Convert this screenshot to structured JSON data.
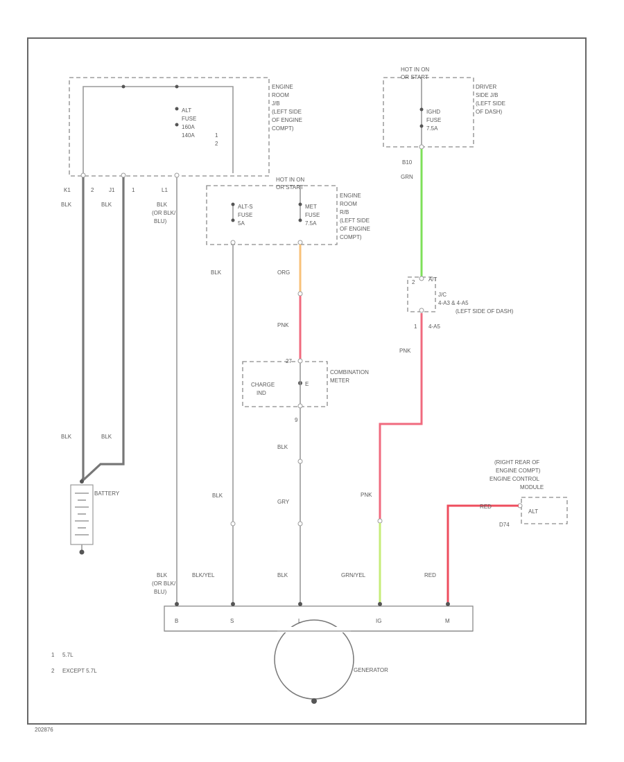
{
  "diagram_id": "202876",
  "fuse_box_1": {
    "lines": [
      "ENGINE",
      "ROOM",
      "J/B",
      "(LEFT SIDE",
      "OF ENGINE",
      "COMPT)"
    ]
  },
  "alt_fuse": {
    "lines": [
      "ALT",
      "FUSE",
      "160A",
      "140A"
    ],
    "notes": [
      "1",
      "2"
    ]
  },
  "fuse_box_1_pins": {
    "left": "K1",
    "mid": "J1",
    "right": "L1"
  },
  "fuse_box_2": {
    "hot_lines": [
      "HOT IN ON",
      "OR START"
    ],
    "lines": [
      "ENGINE",
      "ROOM",
      "R/B",
      "(LEFT SIDE",
      "OF ENGINE",
      "COMPT)"
    ]
  },
  "alt_s_fuse": {
    "lines": [
      "ALT-S",
      "FUSE",
      "5A"
    ]
  },
  "met_fuse": {
    "lines": [
      "MET",
      "FUSE",
      "7.5A"
    ]
  },
  "fuse_box_3": {
    "hot_lines": [
      "HOT IN ON",
      "OR START"
    ],
    "lines": [
      "DRIVER",
      "SIDE J/B",
      "(LEFT SIDE",
      "OF DASH)"
    ]
  },
  "ighd_fuse": {
    "lines": [
      "IGHD",
      "FUSE",
      "7.5A"
    ]
  },
  "pin_b10": "B10",
  "junction": {
    "label_lines": [
      "J/C",
      "4-A3 & 4-A5",
      "(LEFT SIDE OF DASH)"
    ],
    "pin_top": "A/T",
    "pin_bottom_l": "1",
    "pin_bottom_r": "4-A5",
    "pin_left_l": "2"
  },
  "combination_meter": {
    "lines": [
      "COMBINATION",
      "METER"
    ],
    "charge_lines": [
      "CHARGE",
      "IND"
    ],
    "pin_top": "27",
    "pin_mid": "E",
    "pin_bottom": "9"
  },
  "ecm": {
    "lines": [
      "(RIGHT REAR OF",
      "ENGINE COMPT)",
      "ENGINE CONTROL",
      "MODULE"
    ],
    "alt_label": "ALT",
    "pin": "D74",
    "wire_label": "RED"
  },
  "battery": {
    "label": "BATTERY"
  },
  "generator": {
    "label": "GENERATOR",
    "pins": [
      "B",
      "S",
      "L",
      "IG",
      "M"
    ]
  },
  "pin_labels": {
    "p2": "2",
    "p1": "1"
  },
  "wire_labels": {
    "k1_top": "BLK",
    "j1_top": "BLK",
    "l1_top": [
      "BLK",
      "(OR BLK/",
      "BLU)"
    ],
    "alts_out": "BLK",
    "met_out": "ORG",
    "pink_1": "PNK",
    "b10": "GRN",
    "pink_2": "PNK",
    "meter_out": "BLK",
    "k1_bot": "BLK",
    "j1_bot": "BLK",
    "s_wire": "BLK",
    "gry": "GRY",
    "pink_3": "PNK",
    "gen_b": [
      "BLK",
      "(OR BLK/",
      "BLU)"
    ],
    "gen_s": "BLK/YEL",
    "gen_l": "BLK",
    "gen_ig": "GRN/YEL",
    "gen_m": "RED"
  },
  "notes": [
    {
      "num": "1",
      "text": "5.7L"
    },
    {
      "num": "2",
      "text": "EXCEPT 5.7L"
    }
  ]
}
